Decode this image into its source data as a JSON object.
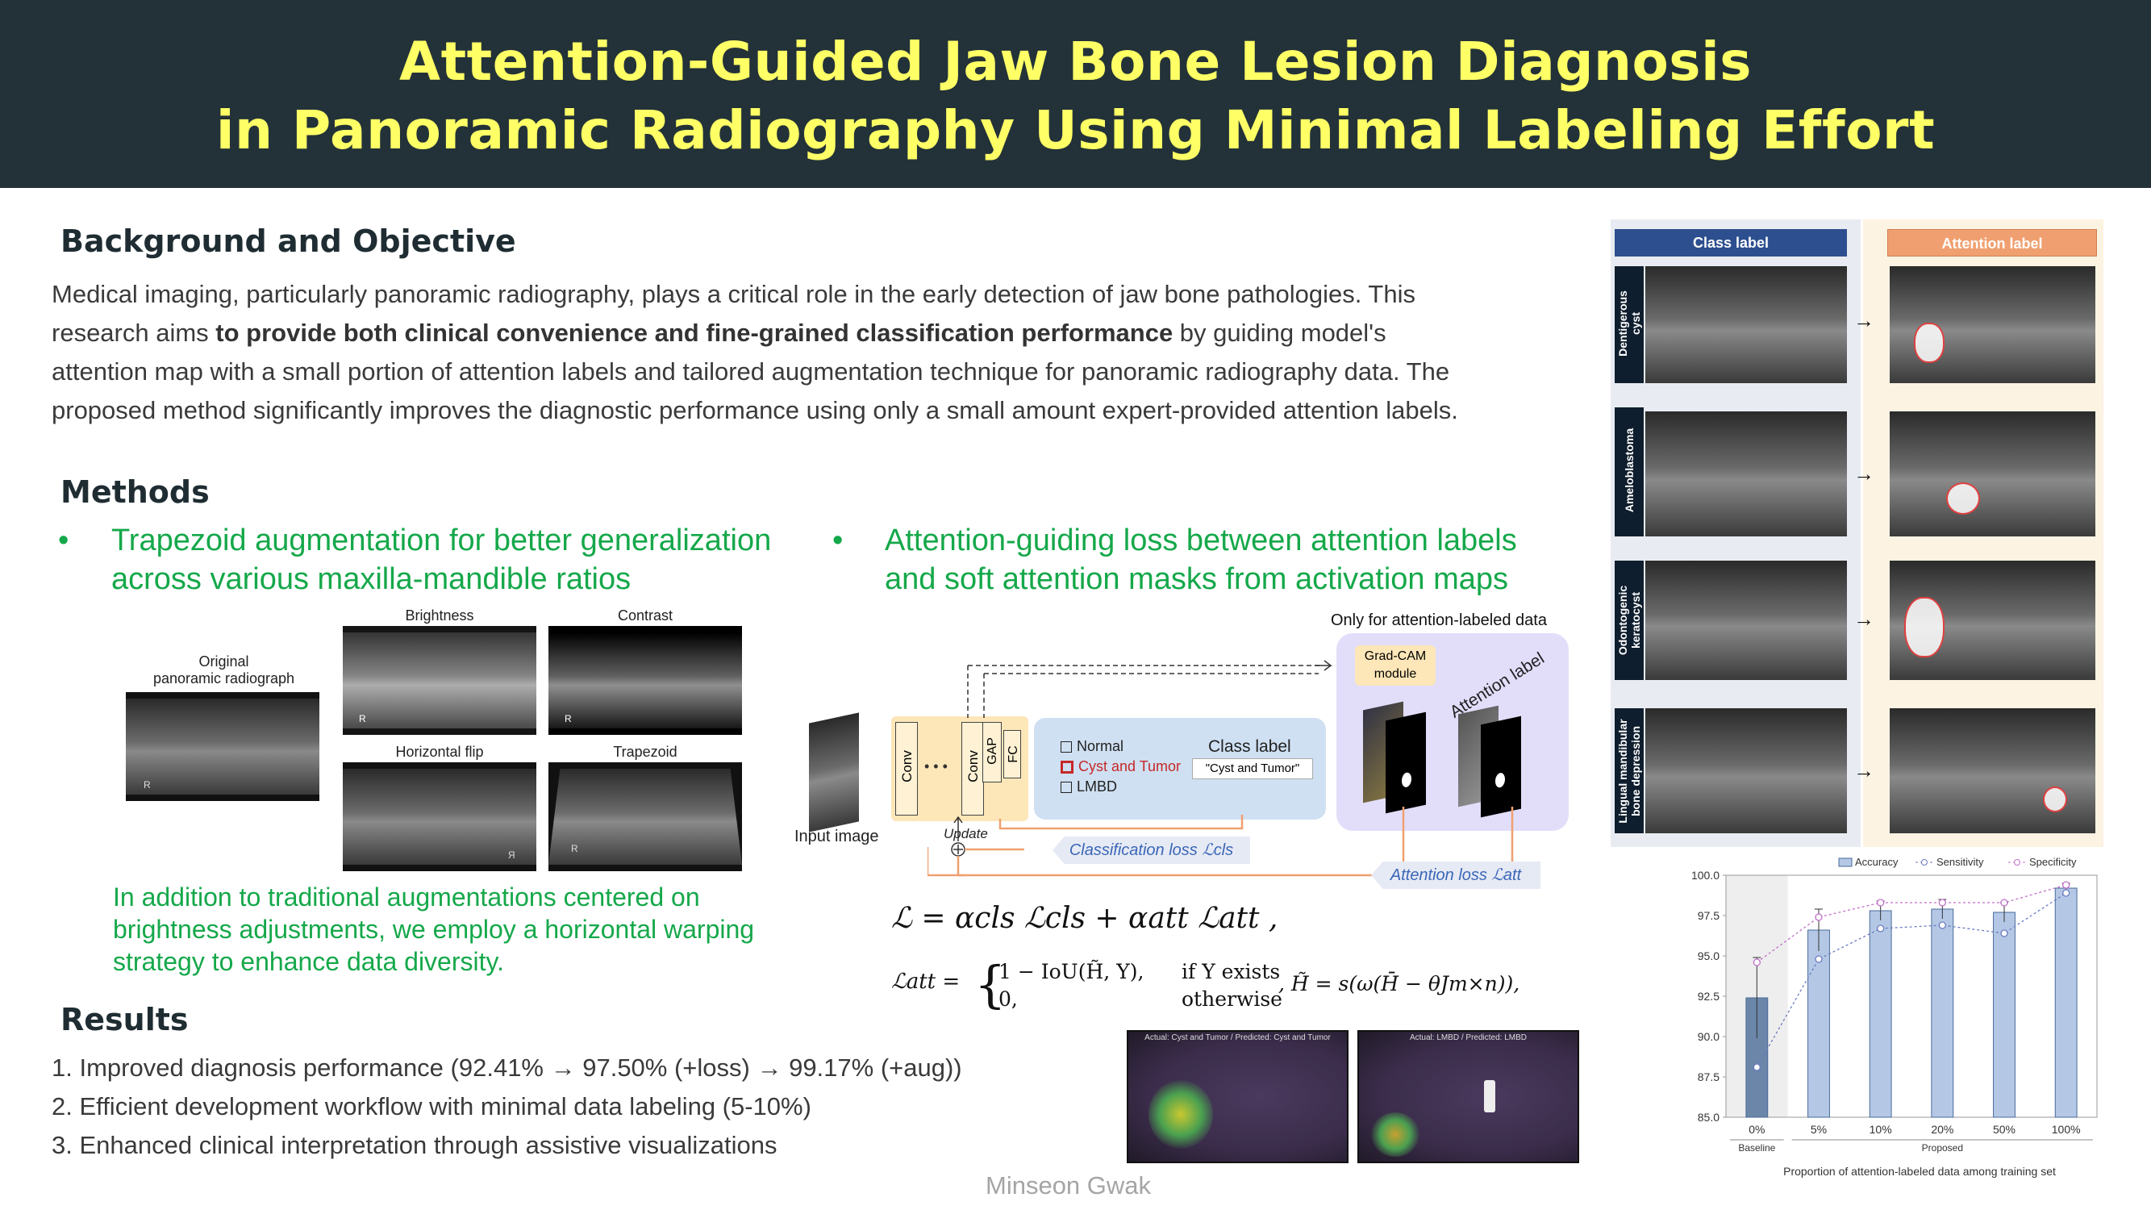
{
  "header": {
    "title_line1": "Attention-Guided Jaw Bone Lesion Diagnosis",
    "title_line2": "in Panoramic Radiography Using Minimal Labeling Effort"
  },
  "background": {
    "heading": "Background and Objective",
    "p1": "Medical imaging, particularly panoramic radiography, plays a critical role in the early detection of jaw bone pathologies. This",
    "p2_pre": "research aims ",
    "p2_bold": "to provide both clinical convenience and fine-grained classification performance",
    "p2_post": " by guiding model's",
    "p3": "attention map with a small portion of attention labels and tailored augmentation technique for panoramic radiography data. The",
    "p4": "proposed method significantly improves the diagnostic performance using only a small amount expert-provided attention labels."
  },
  "methods": {
    "heading": "Methods",
    "bullet": "•",
    "b1_l1": "Trapezoid augmentation for better generalization",
    "b1_l2": "across various maxilla-mandible ratios",
    "b2_l1": "Attention-guiding loss between attention labels",
    "b2_l2": "and soft attention masks from activation maps",
    "aug": {
      "original_l1": "Original",
      "original_l2": "panoramic radiograph",
      "brightness": "Brightness",
      "contrast": "Contrast",
      "hflip": "Horizontal flip",
      "trapezoid": "Trapezoid",
      "marker": "R"
    },
    "aug_note_l1": "In addition to traditional augmentations centered on",
    "aug_note_l2": "brightness adjustments, we employ a horizontal warping",
    "aug_note_l3": "strategy to enhance data diversity."
  },
  "diagram": {
    "only_attention": "Only for attention-labeled data",
    "gradcam_l1": "Grad-CAM",
    "gradcam_l2": "module",
    "attention_label": "Attention label",
    "input_image": "Input image",
    "conv": "Conv",
    "gap": "GAP",
    "fc": "FC",
    "dots": "• • •",
    "opt_normal": "Normal",
    "opt_cyst": "Cyst and Tumor",
    "opt_lmbd": "LMBD",
    "class_label": "Class label",
    "class_value": "\"Cyst and Tumor\"",
    "update": "Update",
    "cls_loss": "Classification loss ℒcls",
    "att_loss": "Attention loss ℒatt",
    "eq1": "ℒ = αcls ℒcls + αatt ℒatt ,",
    "eq2a": "ℒatt =",
    "eq2b1": "1 − IoU(H̃, Y),",
    "eq2b2": "0,",
    "eq2c1": "if Y exists",
    "eq2c2": "otherwise",
    "eq2d": ",   H̃ = s(ω(H̄ − θJm×n)),"
  },
  "results": {
    "heading": "Results",
    "items": [
      "1.  Improved diagnosis performance (92.41% → 97.50% (+loss) → 99.17% (+aug))",
      "2.  Efficient development workflow with minimal data labeling (5-10%)",
      "3.  Enhanced clinical interpretation through assistive visualizations"
    ]
  },
  "heatmaps": {
    "cap1": "Actual: Cyst and Tumor / Predicted: Cyst and Tumor",
    "cap2": "Actual: LMBD / Predicted: LMBD"
  },
  "labels_panel": {
    "class_label": "Class label",
    "attention_label": "Attention label",
    "rows": [
      {
        "l1": "Dentigerous",
        "l2": "cyst"
      },
      {
        "l1": "Ameloblastoma",
        "l2": ""
      },
      {
        "l1": "Odontogenic",
        "l2": "keratocyst"
      },
      {
        "l1": "Lingual mandibular",
        "l2": "bone depression"
      }
    ],
    "arrow": "→"
  },
  "author": "Minseon Gwak",
  "colors": {
    "header_bg": "#233238",
    "title": "#ffff66",
    "green": "#15a84a",
    "class_blue": "#2d4f8f",
    "attn_orange": "#f0a070",
    "bar": "#b4c8e6",
    "bar_baseline": "#6b86a8",
    "sens": "#6b7bc0",
    "spec": "#c070c8"
  },
  "chart_data": {
    "type": "bar",
    "categories": [
      "0%",
      "5%",
      "10%",
      "20%",
      "50%",
      "100%"
    ],
    "group_labels": [
      "Baseline",
      "Proposed"
    ],
    "series": [
      {
        "name": "Accuracy",
        "type": "bar",
        "values": [
          92.4,
          96.6,
          97.8,
          97.9,
          97.7,
          99.2
        ],
        "errors": [
          2.5,
          1.3,
          0.6,
          0.6,
          0.6,
          0.3
        ]
      },
      {
        "name": "Sensitivity",
        "type": "line",
        "values": [
          88.1,
          94.8,
          96.7,
          96.9,
          96.4,
          98.9
        ]
      },
      {
        "name": "Specificity",
        "type": "line",
        "values": [
          94.6,
          97.4,
          98.3,
          98.3,
          98.3,
          99.4
        ]
      }
    ],
    "xlabel": "Proportion of attention-labeled data among training set",
    "ylabel": "",
    "ylim": [
      85.0,
      100.0
    ],
    "yticks": [
      "85.0",
      "87.5",
      "90.0",
      "92.5",
      "95.0",
      "97.5",
      "100.0"
    ],
    "legend": "top"
  }
}
